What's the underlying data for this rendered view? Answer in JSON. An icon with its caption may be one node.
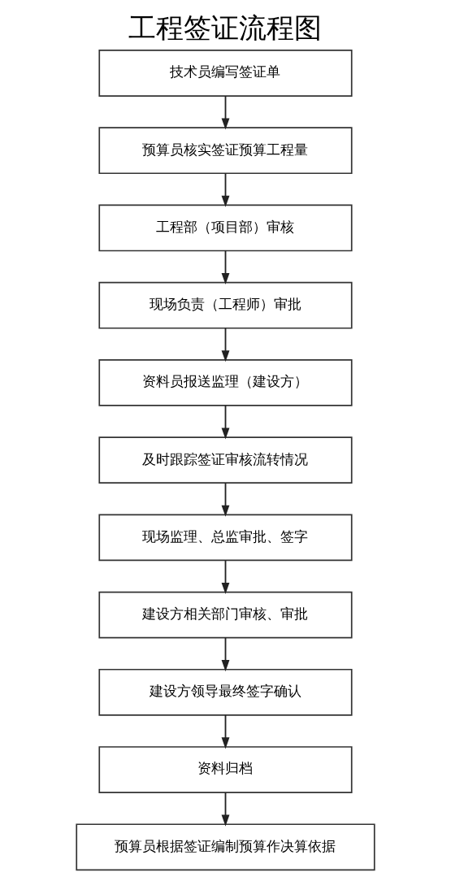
{
  "diagram": {
    "title": "工程签证流程图",
    "nodes": [
      {
        "text": [
          "技术员编写签证单"
        ]
      },
      {
        "text": [
          "预算员核实签证预算工程量"
        ]
      },
      {
        "text": [
          "工程部（项目部）审核"
        ]
      },
      {
        "text": [
          "现场负责（工程师）审批"
        ]
      },
      {
        "text": [
          "资料员报送监理（建设方）"
        ]
      },
      {
        "text": [
          "及时跟踪签证审核流转情况"
        ]
      },
      {
        "text": [
          "现场监理、总监审批、签字"
        ]
      },
      {
        "text": [
          "建设方相关部门审核、审批"
        ]
      },
      {
        "text": [
          "建设方领导最终签字确认"
        ]
      },
      {
        "text": [
          "资料归档"
        ]
      },
      {
        "text": [
          "预算员根据签证编制预算作决算依据"
        ]
      }
    ],
    "edges": [
      {
        "from": 0,
        "to": 1,
        "arrow": "to"
      },
      {
        "from": 1,
        "to": 2,
        "arrow": "to"
      },
      {
        "from": 2,
        "to": 3,
        "arrow": "to"
      },
      {
        "from": 3,
        "to": 4,
        "arrow": "to"
      },
      {
        "from": 4,
        "to": 5,
        "arrow": "to"
      },
      {
        "from": 5,
        "to": 6,
        "arrow": "to"
      },
      {
        "from": 6,
        "to": 7,
        "arrow": "to"
      },
      {
        "from": 7,
        "to": 8,
        "arrow": "to"
      },
      {
        "from": 8,
        "to": 9,
        "arrow": "to"
      },
      {
        "from": 9,
        "to": 10,
        "arrow": "to"
      }
    ]
  }
}
